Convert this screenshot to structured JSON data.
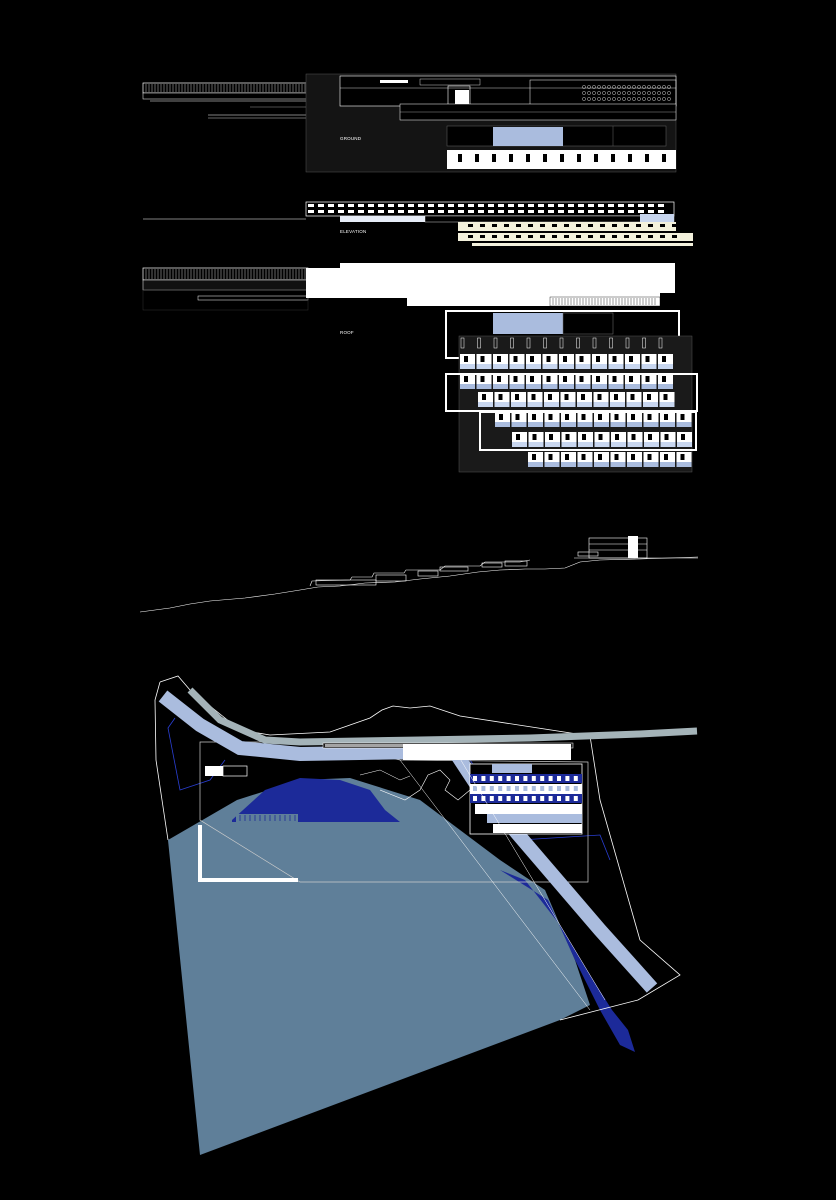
{
  "labels": {
    "ground": "GROUND",
    "elevation": "ELEVATION",
    "roof": "ROOF"
  },
  "colors": {
    "background": "#000000",
    "line": "#ffffff",
    "light_blue": "#aabcde",
    "pale_blue": "#c8d6ef",
    "navy": "#1c2a99",
    "slate": "#5f7f99",
    "grey_panel": "#1a1a1a",
    "cream": "#f3f1dc"
  }
}
